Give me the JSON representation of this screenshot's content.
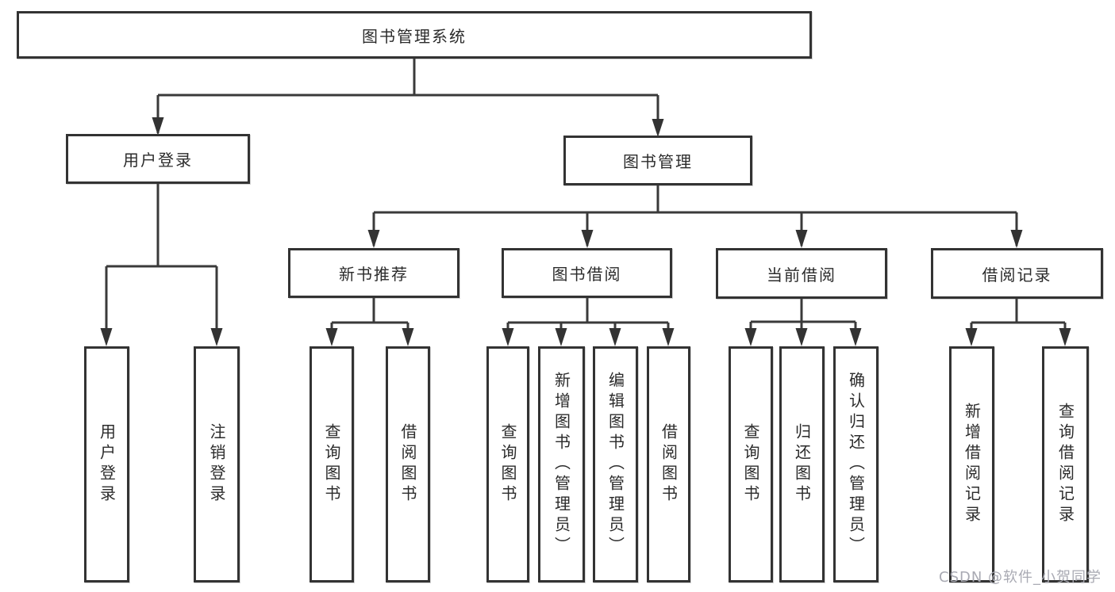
{
  "diagram": {
    "type": "hierarchy-tree",
    "root": {
      "label": "图书管理系统"
    },
    "level2": [
      {
        "label": "用户登录"
      },
      {
        "label": "图书管理"
      }
    ],
    "level3": [
      {
        "label": "新书推荐",
        "parent": "图书管理"
      },
      {
        "label": "图书借阅",
        "parent": "图书管理"
      },
      {
        "label": "当前借阅",
        "parent": "图书管理"
      },
      {
        "label": "借阅记录",
        "parent": "图书管理"
      }
    ],
    "leaves": [
      {
        "label": "用户登录",
        "parent": "用户登录"
      },
      {
        "label": "注销登录",
        "parent": "用户登录"
      },
      {
        "label": "查询图书",
        "parent": "新书推荐"
      },
      {
        "label": "借阅图书",
        "parent": "新书推荐"
      },
      {
        "label": "查询图书",
        "parent": "图书借阅"
      },
      {
        "label": "新增图书（管理员）",
        "parent": "图书借阅"
      },
      {
        "label": "编辑图书（管理员）",
        "parent": "图书借阅"
      },
      {
        "label": "借阅图书",
        "parent": "图书借阅"
      },
      {
        "label": "查询图书",
        "parent": "当前借阅"
      },
      {
        "label": "归还图书",
        "parent": "当前借阅"
      },
      {
        "label": "确认归还（管理员）",
        "parent": "当前借阅"
      },
      {
        "label": "新增借阅记录",
        "parent": "借阅记录"
      },
      {
        "label": "查询借阅记录",
        "parent": "借阅记录"
      }
    ],
    "watermark": "CSDN @软件_小贺同学",
    "colors": {
      "background": "#ffffff",
      "box_border": "#333333",
      "connector_line": "#3a3a3a",
      "text": "#2b2b2b",
      "watermark": "#a9aab3"
    }
  }
}
